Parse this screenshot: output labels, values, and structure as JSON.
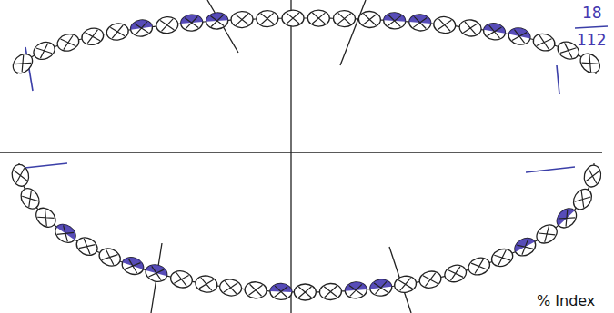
{
  "diagram": {
    "labels": [
      "18",
      "112",
      "% Index"
    ]
  }
}
